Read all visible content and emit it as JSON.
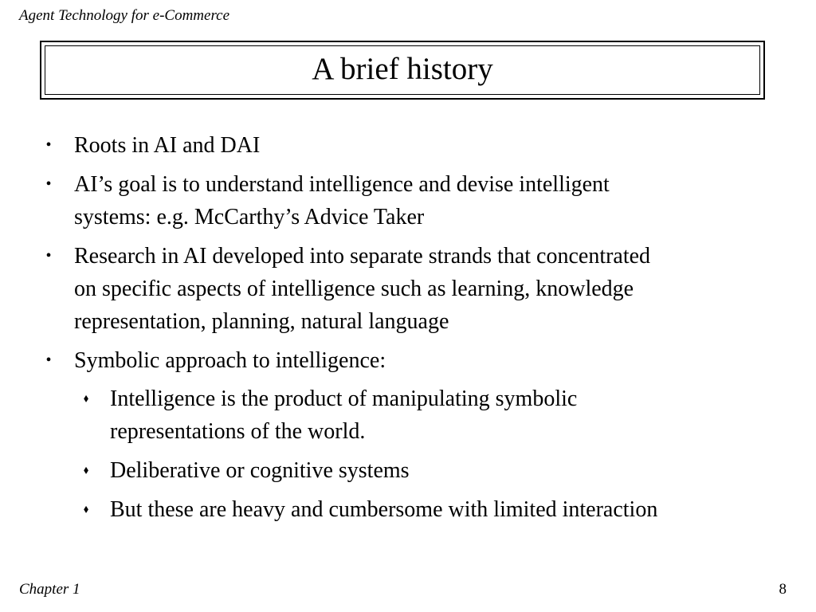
{
  "header": {
    "text": "Agent Technology for e-Commerce"
  },
  "title": "A brief history",
  "bullets": [
    {
      "level": 1,
      "marker": "•",
      "lines": [
        "Roots in AI and DAI"
      ]
    },
    {
      "level": 1,
      "marker": "•",
      "lines": [
        "AI’s goal is to understand intelligence and devise intelligent",
        "systems: e.g. McCarthy’s Advice Taker"
      ]
    },
    {
      "level": 1,
      "marker": "•",
      "lines": [
        "Research in AI developed into separate strands that concentrated",
        "on specific aspects of intelligence such as learning, knowledge",
        "representation, planning, natural language"
      ]
    },
    {
      "level": 1,
      "marker": "•",
      "lines": [
        "Symbolic approach to intelligence:"
      ]
    },
    {
      "level": 2,
      "marker": "⬧",
      "lines": [
        "Intelligence is the product of manipulating symbolic",
        "representations of the world."
      ]
    },
    {
      "level": 2,
      "marker": "⬧",
      "lines": [
        "Deliberative or cognitive systems"
      ]
    },
    {
      "level": 2,
      "marker": "⬧",
      "lines": [
        "But these are heavy and cumbersome with limited interaction"
      ]
    }
  ],
  "footer": {
    "chapter": "Chapter 1",
    "page_number": "8"
  }
}
